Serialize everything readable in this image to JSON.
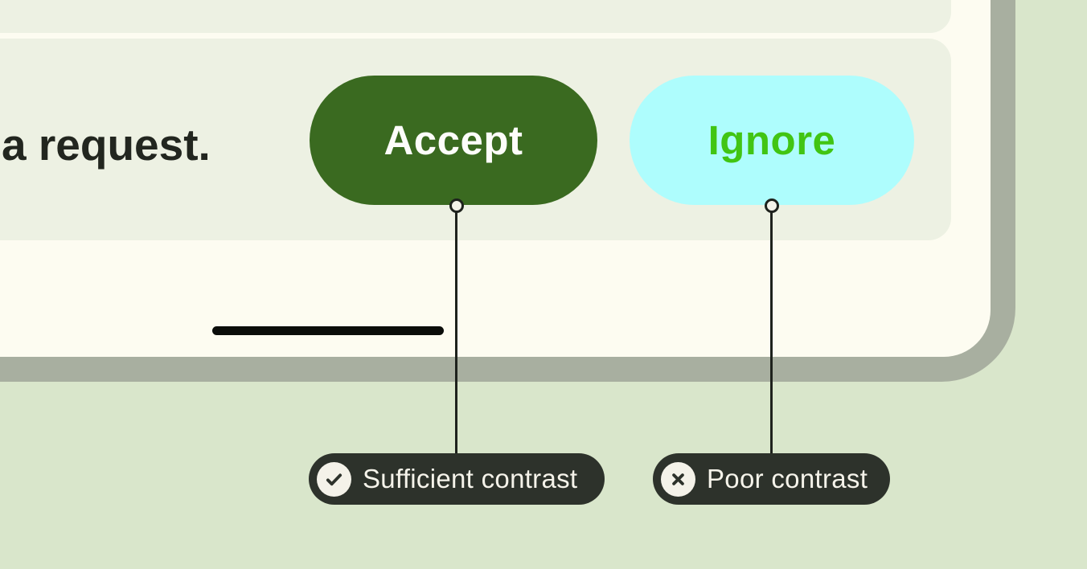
{
  "illustration": {
    "background_color": "#d9e6cb",
    "device": {
      "frame_color": "#a8afa0",
      "screen_color": "#fdfcf1",
      "card_color": "#edf1e3",
      "message_text": "a request.",
      "message_text_color": "#22261f",
      "buttons": [
        {
          "label": "Accept",
          "background": "#3a6a20",
          "text_color": "#fdfdfa",
          "contrast_rating": "sufficient"
        },
        {
          "label": "Ignore",
          "background": "#aefdfd",
          "text_color": "#41c513",
          "contrast_rating": "poor"
        }
      ],
      "home_indicator_color": "#0b0d0a"
    },
    "annotations": [
      {
        "icon": "check-icon",
        "label": "Sufficient contrast",
        "pill_color": "#2d322b",
        "text_color": "#f5f3ea",
        "icon_circle_color": "#f4f2e9"
      },
      {
        "icon": "close-icon",
        "label": "Poor contrast",
        "pill_color": "#2d322b",
        "text_color": "#f5f3ea",
        "icon_circle_color": "#f4f2e9"
      }
    ],
    "connector_color": "#1e221d"
  }
}
